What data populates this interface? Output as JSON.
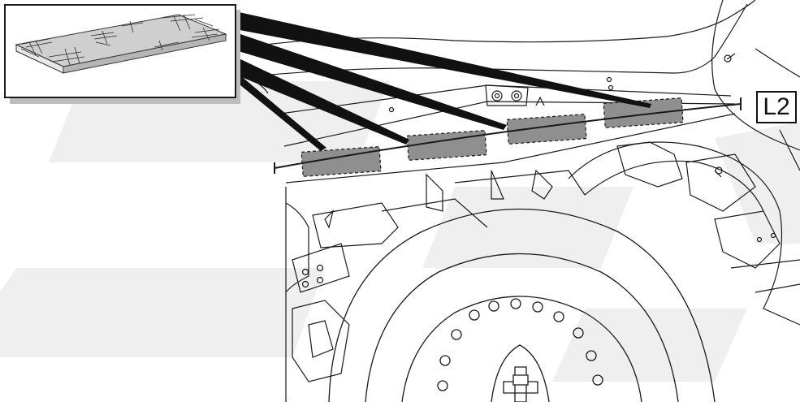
{
  "diagram": {
    "callout_label": "L2",
    "components": {
      "insulation_panel": "damping-mat-pad",
      "placements": 4
    },
    "colors": {
      "line": "#1a1a1a",
      "pad_fill": "#8f8f8f",
      "watermark": "#efefef",
      "inset_shadow": "#bdbdbd"
    }
  }
}
